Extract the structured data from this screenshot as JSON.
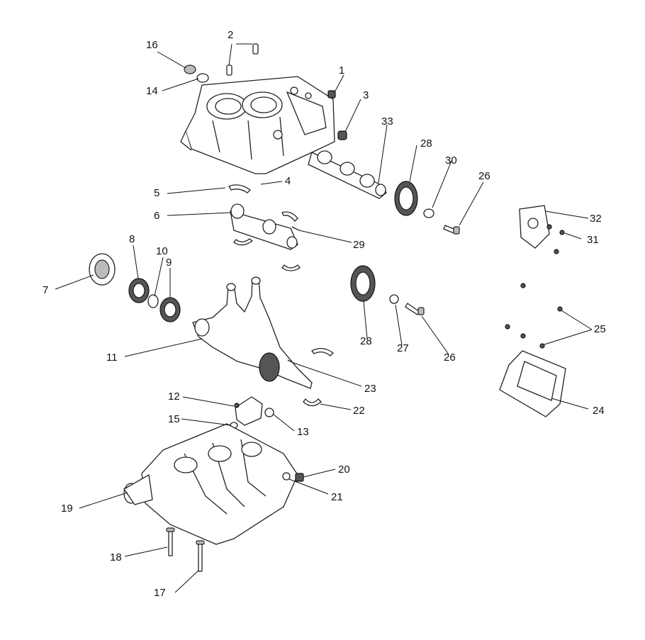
{
  "callouts": [
    {
      "id": "1",
      "label": "1"
    },
    {
      "id": "2",
      "label": "2"
    },
    {
      "id": "3",
      "label": "3"
    },
    {
      "id": "4",
      "label": "4"
    },
    {
      "id": "5",
      "label": "5"
    },
    {
      "id": "6",
      "label": "6"
    },
    {
      "id": "7",
      "label": "7"
    },
    {
      "id": "8",
      "label": "8"
    },
    {
      "id": "9",
      "label": "9"
    },
    {
      "id": "10",
      "label": "10"
    },
    {
      "id": "11",
      "label": "11"
    },
    {
      "id": "12",
      "label": "12"
    },
    {
      "id": "13",
      "label": "13"
    },
    {
      "id": "14",
      "label": "14"
    },
    {
      "id": "15",
      "label": "15"
    },
    {
      "id": "16",
      "label": "16"
    },
    {
      "id": "17",
      "label": "17"
    },
    {
      "id": "18",
      "label": "18"
    },
    {
      "id": "19",
      "label": "19"
    },
    {
      "id": "20",
      "label": "20"
    },
    {
      "id": "21",
      "label": "21"
    },
    {
      "id": "22",
      "label": "22"
    },
    {
      "id": "23",
      "label": "23"
    },
    {
      "id": "24",
      "label": "24"
    },
    {
      "id": "25",
      "label": "25"
    },
    {
      "id": "26a",
      "label": "26"
    },
    {
      "id": "26b",
      "label": "26"
    },
    {
      "id": "27",
      "label": "27"
    },
    {
      "id": "28a",
      "label": "28"
    },
    {
      "id": "28b",
      "label": "28"
    },
    {
      "id": "29",
      "label": "29"
    },
    {
      "id": "30",
      "label": "30"
    },
    {
      "id": "31",
      "label": "31"
    },
    {
      "id": "32",
      "label": "32"
    },
    {
      "id": "33",
      "label": "33"
    }
  ]
}
